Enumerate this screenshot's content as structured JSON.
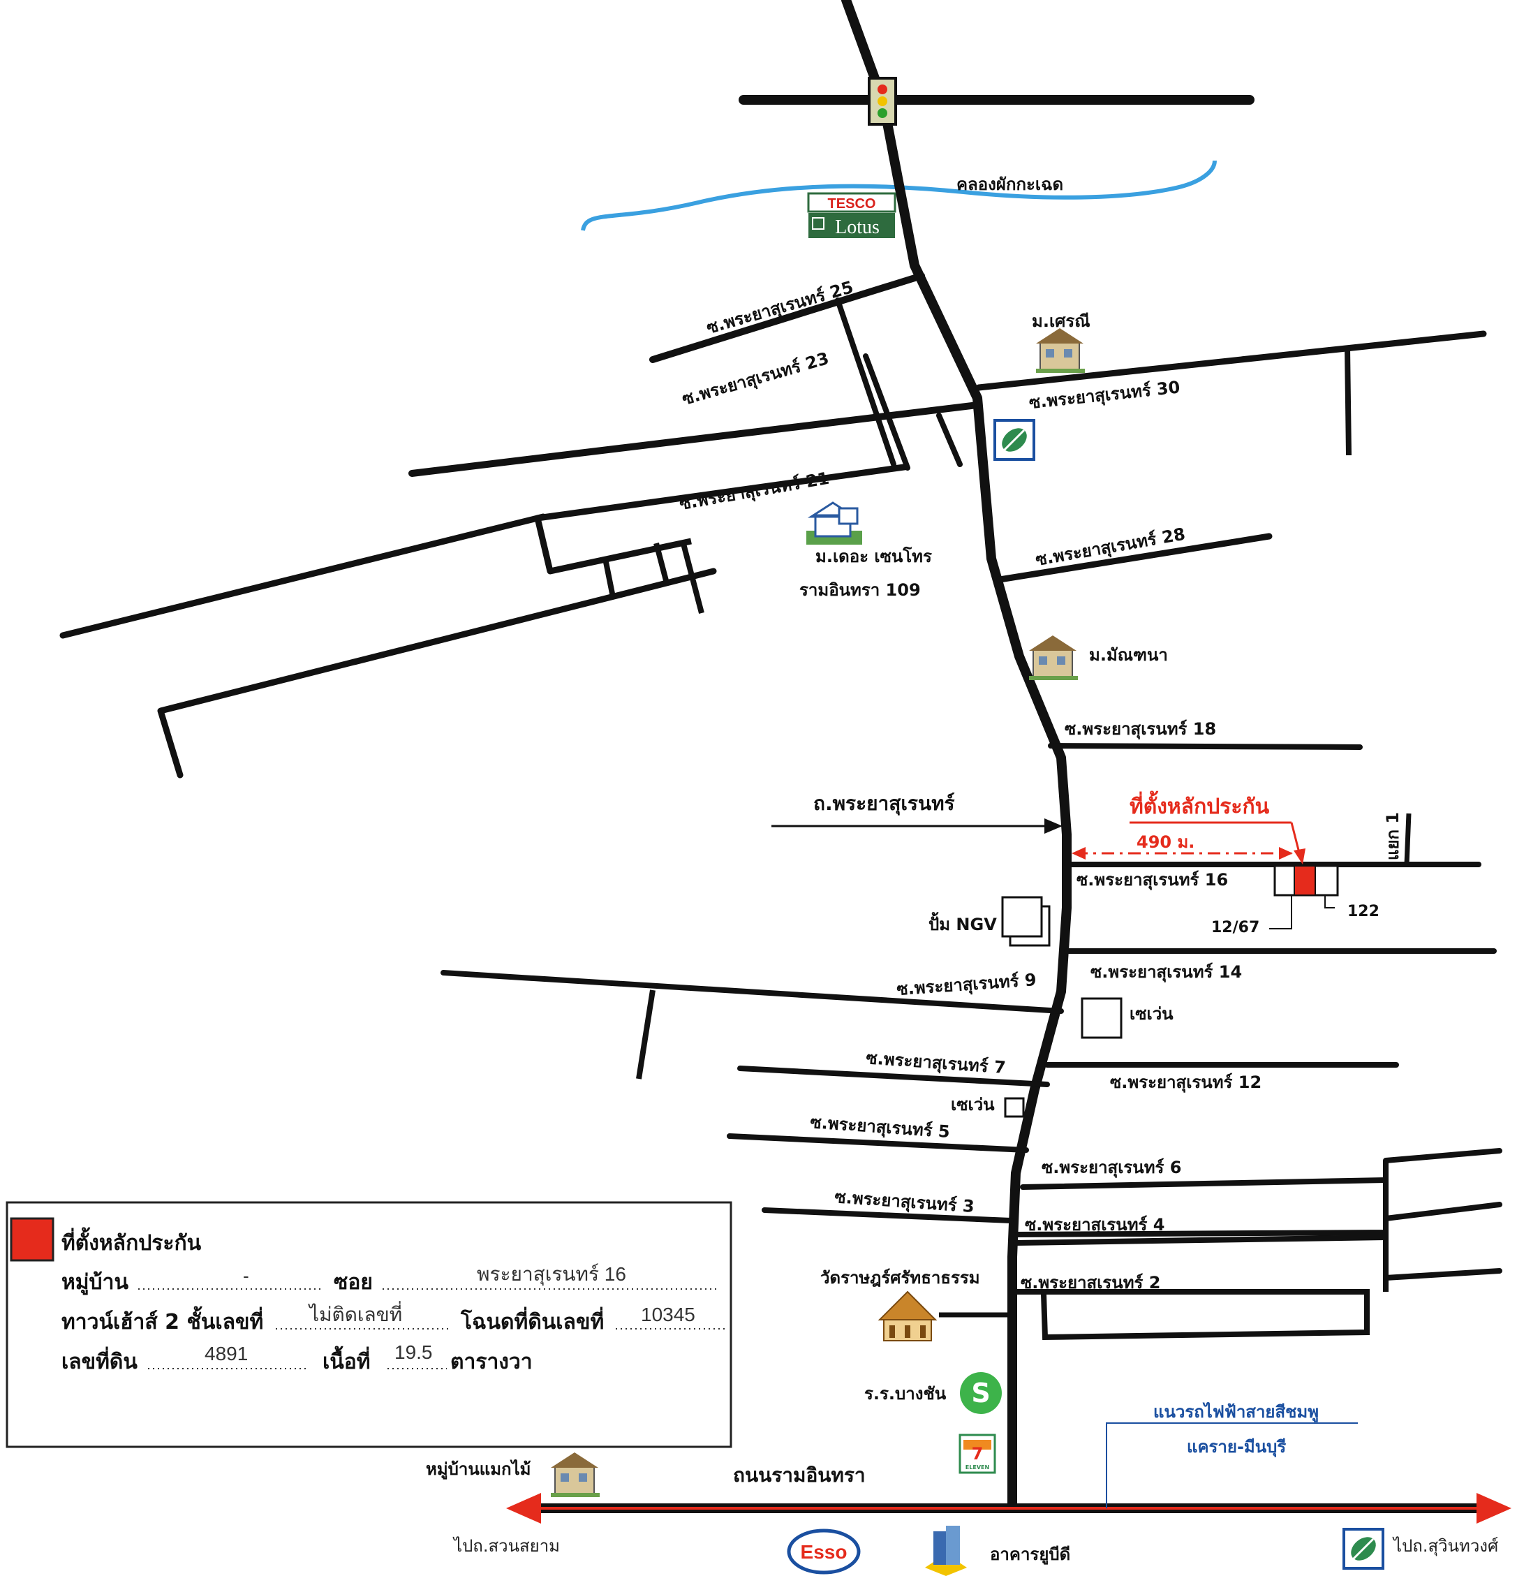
{
  "map": {
    "canal": "คลองผักกะเฉด",
    "store": {
      "line1": "TESCO",
      "line2": "Lotus"
    },
    "main_road": "ถ.พระยาสุเรนทร์",
    "bottom_road": "ถนนรามอินทรา",
    "arrow_left": "ไปถ.สวนสยาม",
    "arrow_right": "ไปถ.สุวินทวงศ์",
    "pink_line": {
      "line1": "แนวรถไฟฟ้าสายสีชมพู",
      "line2": "แคราย-มีนบุรี"
    },
    "target": {
      "label": "ที่ตั้งหลักประกัน",
      "distance": "490 ม.",
      "house_left": "12/67",
      "house_right": "122",
      "branch": "แยก 1"
    },
    "sois_left": [
      "ซ.พระยาสุเรนทร์ 25",
      "ซ.พระยาสุเรนทร์ 23",
      "ซ.พระยาสุเรนทร์ 21",
      "ซ.พระยาสุเรนทร์ 9",
      "ซ.พระยาสุเรนทร์ 7",
      "ซ.พระยาสุเรนทร์ 5",
      "ซ.พระยาสุเรนทร์ 3"
    ],
    "sois_right": [
      "ซ.พระยาสุเรนทร์ 30",
      "ซ.พระยาสุเรนทร์ 28",
      "ซ.พระยาสุเรนทร์ 18",
      "ซ.พระยาสุเรนทร์ 16",
      "ซ.พระยาสุเรนทร์ 14",
      "ซ.พระยาสุเรนทร์ 12",
      "ซ.พระยาสุเรนทร์ 6",
      "ซ.พระยาสุเรนทร์ 4",
      "ซ.พระยาสุเรนทร์ 2"
    ],
    "landmarks": {
      "sereni": "ม.เศรณี",
      "centro_1": "ม.เดอะ เซนโทร",
      "centro_2": "รามอินทรา 109",
      "manthana": "ม.มัณฑนา",
      "ngv": "ปั้ม NGV",
      "seven_1": "เซเว่น",
      "seven_2": "เซเว่น",
      "temple": "วัดราษฎร์ศรัทธาธรรม",
      "school": "ร.ร.บางชัน",
      "maekmai": "หมู่บ้านแมกไม้",
      "esso": "Esso",
      "ubd": "อาคารยูบีดี",
      "eleven": "ELEVEN"
    }
  },
  "legend": {
    "title": "ที่ตั้งหลักประกัน",
    "village_label": "หมู่บ้าน",
    "village_value": "-",
    "soi_label": "ซอย",
    "soi_value": "พระยาสุเรนทร์ 16",
    "townhouse_label": "ทาวน์เฮ้าส์ 2 ชั้นเลขที่",
    "townhouse_value": "ไม่ติดเลขที่",
    "deed_label": "โฉนดที่ดินเลขที่",
    "deed_value": "10345",
    "land_label": "เลขที่ดิน",
    "land_value": "4891",
    "area_label": "เนื้อที่",
    "area_value": "19.5",
    "unit": "ตารางวา"
  },
  "colors": {
    "road": "#111111",
    "canal": "#3aa0e0",
    "target": "#e52b1c",
    "pink_line": "#1a4fa0"
  }
}
